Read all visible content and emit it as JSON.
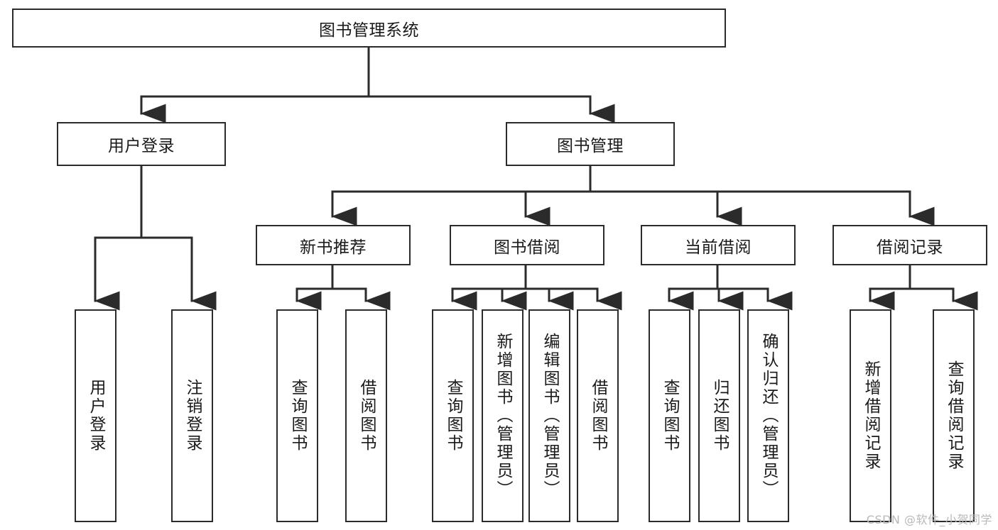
{
  "diagram": {
    "title": "图书管理系统",
    "watermark": "CSDN @软件_小贺同学",
    "stroke_color": "#2b2b2b",
    "background_color": "#ffffff",
    "text_color": "#1a1a1a",
    "nodes": {
      "root": "图书管理系统",
      "level2": {
        "user_login": "用户登录",
        "book_manage": "图书管理"
      },
      "level3": {
        "new_book_recommend": "新书推荐",
        "book_borrow": "图书借阅",
        "current_borrow": "当前借阅",
        "borrow_record": "借阅记录"
      },
      "leaves": {
        "user_login_1": "用户登录",
        "user_login_2": "注销登录",
        "recommend_1": "查询图书",
        "recommend_2": "借阅图书",
        "borrow_1": "查询图书",
        "borrow_2": "新增图书（管理员）",
        "borrow_3": "编辑图书（管理员）",
        "borrow_4": "借阅图书",
        "current_1": "查询图书",
        "current_2": "归还图书",
        "current_3": "确认归还（管理员）",
        "record_1": "新增借阅记录",
        "record_2": "查询借阅记录"
      }
    }
  }
}
